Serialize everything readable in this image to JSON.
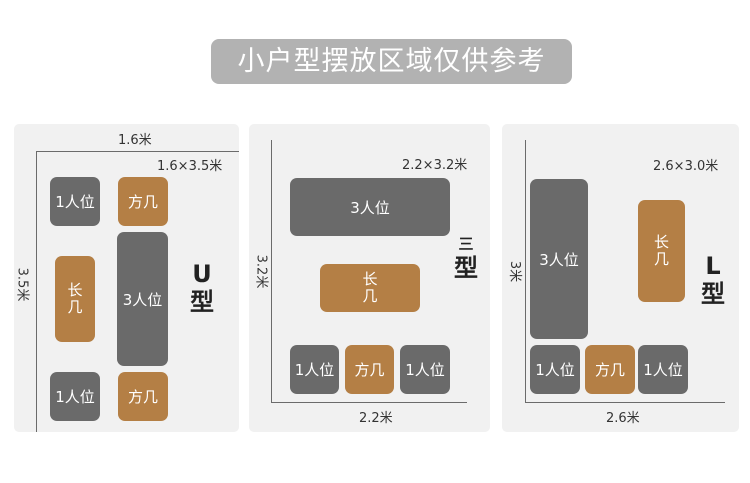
{
  "banner": {
    "title": "小户型摆放区域仅供参考"
  },
  "panels": [
    {
      "type_label": "U型",
      "type_letter": "U",
      "type_char": "型",
      "top_width": "1.6米",
      "dimensions": "1.6×3.5米",
      "side_height": "3.5米",
      "blocks": {
        "single_top": "1人位",
        "table_top": "方几",
        "coffee": [
          "长",
          "几"
        ],
        "triple": "3人位",
        "single_bottom": "1人位",
        "table_bottom": "方几"
      }
    },
    {
      "type_label": "三型",
      "type_mark": "三",
      "type_char": "型",
      "dimensions": "2.2×3.2米",
      "side_height": "3.2米",
      "bottom_width": "2.2米",
      "blocks": {
        "triple": "3人位",
        "coffee": [
          "长",
          "几"
        ],
        "single_left": "1人位",
        "table": "方几",
        "single_right": "1人位"
      }
    },
    {
      "type_label": "L型",
      "type_letter": "L",
      "type_char": "型",
      "dimensions": "2.6×3.0米",
      "side_height": "3米",
      "bottom_width": "2.6米",
      "blocks": {
        "triple": "3人位",
        "coffee": [
          "长",
          "几"
        ],
        "single_left": "1人位",
        "table": "方几",
        "single_right": "1人位"
      }
    }
  ],
  "colors": {
    "seat": "#6a6a6a",
    "table": "#b47f45",
    "panel": "#f1f1f1",
    "banner": "#b2b2b2"
  }
}
